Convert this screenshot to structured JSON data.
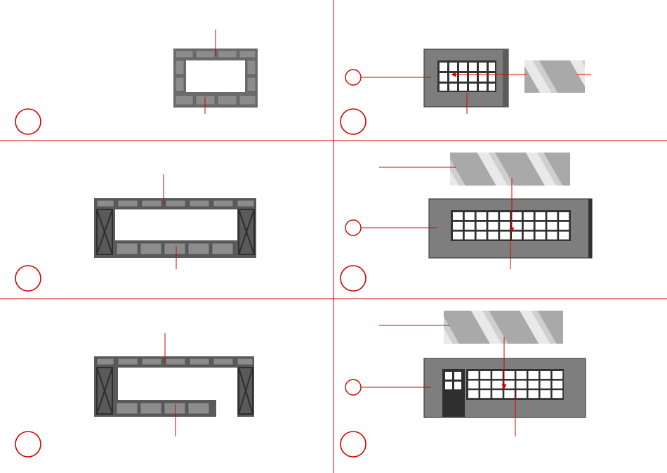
{
  "diagram": {
    "type": "assembly-instructions",
    "line_color": "#d40000",
    "part_color": "#7a7a7a",
    "frame_dark": "#4a4a4a",
    "glass_color": "#bdbdbd",
    "steps": [
      {
        "id": "step-1",
        "label": "",
        "part": "brick-window-frame"
      },
      {
        "id": "step-2",
        "label": "",
        "part": "windowed-wall-with-glazing"
      },
      {
        "id": "step-3",
        "label": "",
        "part": "half-timbered-frame"
      },
      {
        "id": "step-4",
        "label": "",
        "part": "long-window-wall-with-glazing"
      },
      {
        "id": "step-5",
        "label": "",
        "part": "half-timbered-frame-with-door-opening"
      },
      {
        "id": "step-6",
        "label": "",
        "part": "window-and-door-wall-with-glazing"
      }
    ]
  }
}
